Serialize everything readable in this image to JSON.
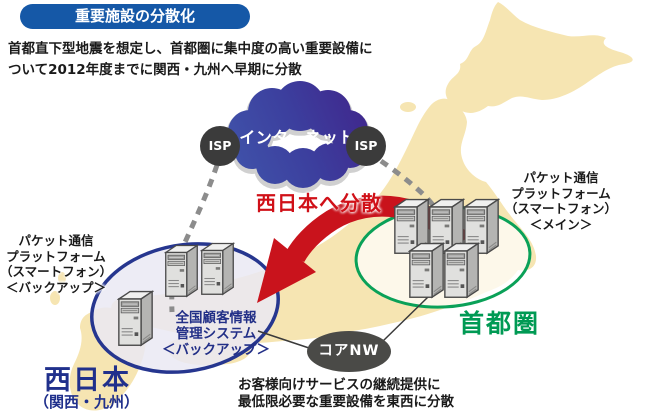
{
  "banner": {
    "title": "重要施設の分散化"
  },
  "intro": {
    "line1": "首都直下型地震を想定し、首都圏に集中度の高い重要設備に",
    "line2": "ついて2012年度までに関西・九州へ早期に分散"
  },
  "internet": {
    "cloud_label": "インターネット",
    "isp_left": "ISP",
    "isp_right": "ISP"
  },
  "dispersal_arrow": {
    "label": "西日本へ分散"
  },
  "metro_area": {
    "platform": {
      "line1": "パケット通信",
      "line2": "プラットフォーム",
      "line3": "（スマートフォン）",
      "line4": "＜メイン＞"
    },
    "name": "首都圏"
  },
  "west_area": {
    "platform": {
      "line1": "パケット通信",
      "line2": "プラットフォーム",
      "line3": "（スマートフォン）",
      "line4": "＜バックアップ＞"
    },
    "system": {
      "line1": "全国顧客情報",
      "line2": "管理システム",
      "line3": "＜バックアップ＞"
    },
    "name": "西日本",
    "subname": "（関西・九州）"
  },
  "core_network": {
    "label": "コアNW"
  },
  "footer": {
    "line1": "お客様向けサービスの継続提供に",
    "line2": "最低限必要な重要設備を東西に分散"
  },
  "colors": {
    "banner_blue": "#1558a7",
    "map_tan": "#f6e5b2",
    "metro_green": "#009a54",
    "west_navy": "#20308c",
    "arrow_red": "#c9131c",
    "isp_gray": "#3b3b3b",
    "core_nw_gray": "#4a4a47",
    "cloud_blue": "#4053aa",
    "cloud_purple": "#40268c"
  }
}
